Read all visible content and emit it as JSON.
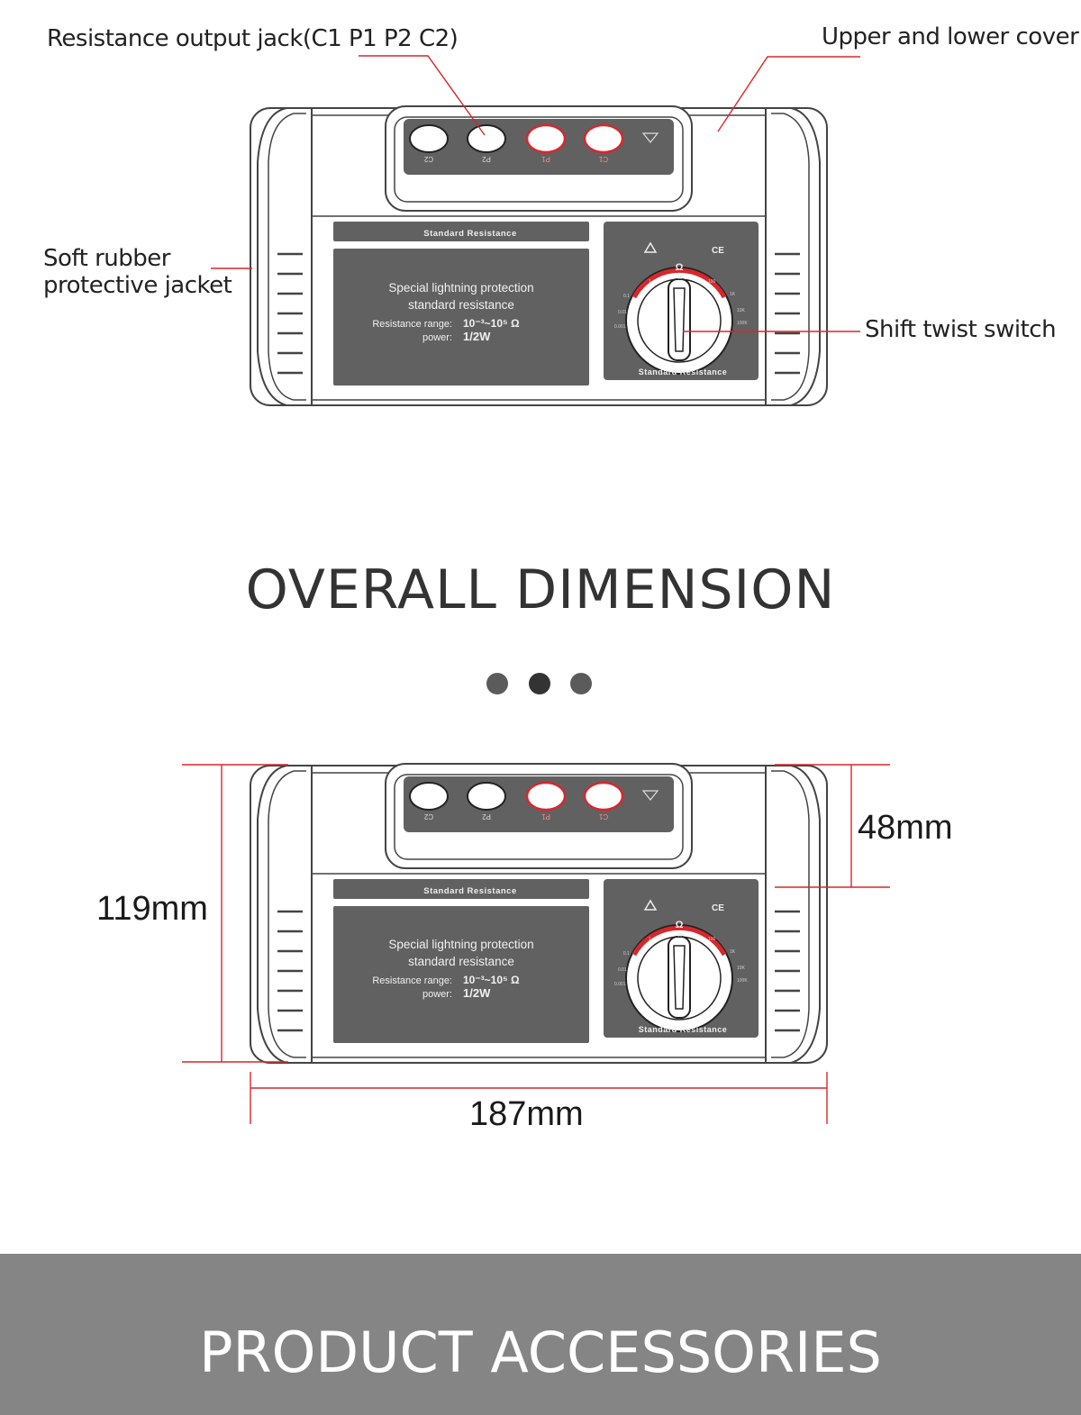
{
  "colors": {
    "accent": "#d9262c",
    "panel": "#616161",
    "footer": "#858585",
    "outline": "#444444"
  },
  "callouts": {
    "output_jack": "Resistance output jack(C1 P1 P2 C2)",
    "cover": "Upper and lower cover",
    "jacket_line1": "Soft rubber",
    "jacket_line2": "protective jacket",
    "switch": "Shift twist switch"
  },
  "device": {
    "jacks": [
      "C2",
      "P2",
      "P1",
      "C1"
    ],
    "top_label": "Standard Resistance",
    "panel_line1": "Special lightning protection",
    "panel_line2": "standard resistance",
    "range_label": "Resistance range:",
    "range_value": "10⁻³~10⁵ Ω",
    "power_label": "power:",
    "power_value": "1/2W",
    "dial_label": "Standard Resistance",
    "ohm_symbol": "Ω",
    "ce_mark": "CE",
    "warning_icon": "warning-triangle-icon"
  },
  "section_title": "OVERALL DIMENSION",
  "dimensions": {
    "width": "187mm",
    "height": "119mm",
    "cover_height": "48mm"
  },
  "footer": {
    "title": "PRODUCT ACCESSORIES"
  }
}
